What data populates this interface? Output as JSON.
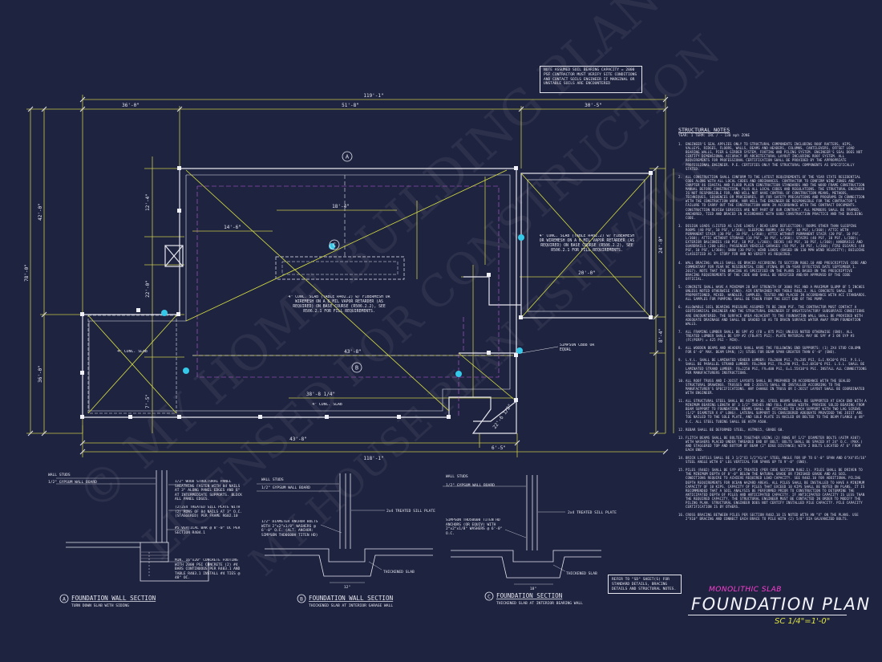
{
  "note_box": "NOTE ASSUMED SOIL BEARING CAPACITY = 2000 PSF CONTRACTOR MUST VERIFY SITE CONDITIONS AND CONTACT SOILS ENGINEER IF MARGINAL OR UNSTABLE SOILS ARE ENCOUNTERED",
  "dimensions": {
    "overall_top": "119'-1\"",
    "top_left_seg": "36'-0\"",
    "top_mid_seg": "51'-8\"",
    "top_right_seg": "30'-5\"",
    "left_overall": "78'-0\"",
    "left_upper": "42'-0\"",
    "left_lower": "36'-0\"",
    "bottom_overall": "118'-1\"",
    "bottom_seg_a": "43'-8\"",
    "bottom_seg_b": "6'-5\"",
    "slab_dim": "18'-4\"",
    "slab_dim2": "14'-6\"",
    "garage_dim": "20'-0\"",
    "interior_dim": "43'-8\"",
    "right_dim": "24'-0\"",
    "small_dim": "8'-4\"",
    "lower_dim": "38'-8 1/4\"",
    "angle_dim": "22'-6 1/2\"",
    "side_dim_a": "12'-4\"",
    "side_dim_b": "22'-0\"",
    "side_dim_c": "7'-5\""
  },
  "slab_notes": {
    "main": "4\" CONC. SLAB (TABLE R402.2) w/ FIBERMESH OR WIREMESH ON A 6 MIL VAPOR RETARDER (AS REQUIRED) ON BASE COURSE (R506.2.2), SEE R506.2.1 FOR FILL REQUIREMENTS.",
    "garage": "4\" CONC. SLAB (TABLE R402.2) w/ FIBERMESH OR WIREMESH ON A 6 MIL VAPOR RETARDER (AS REQUIRED) ON BASE COURSE (R506.2.2), SEE R506.2.1 FOR FILL REQUIREMENTS.",
    "porch_left": "4\" CONC. SLAB",
    "porch_bottom": "4\" CONC. SLAB",
    "simpson": "SIMPSON CB88 OR EQUAL"
  },
  "section_markers": [
    "A",
    "B",
    "C"
  ],
  "details": [
    {
      "letter": "A",
      "title": "FOUNDATION WALL SECTION",
      "subtitle": "TURN DOWN SLAB WITH SIDING",
      "labels": [
        "WALL STUDS",
        "1/2\" GYPSUM WALL BOARD",
        "1/2\" WOOD STRUCTURAL PANEL SHEATHING FASTEN WITH 8d NAILS AT 3\" ALONG PANEL EDGES AND 6\" AT INTERMEDIATE SUPPORTS. BLOCK ALL PANEL EDGES.",
        "(2)2x4 TREATED SILL PLATE WITH (2) ROWS OF 8d NAILS AT 3\" O.C. (STAGGERED) PER FRAME R602.10",
        "#5 VERTICAL BAR @ 8'-0\" OC PER SECTION R404.1",
        "MIN. 16\"x20\" CONCRETE FOOTING WITH 2000 PSI CONCRETE (2) #4 BARS CONTINUOUS PER R403.1 AND TABLE R403.1 INSTALL #4 TIES @ 48\" OC."
      ]
    },
    {
      "letter": "B",
      "title": "FOUNDATION WALL SECTION",
      "subtitle": "THICKENED SLAB AT INTERIOR GARAGE WALL",
      "labels": [
        "WALL STUDS",
        "1/2\" GYPSUM WALL BOARD",
        "2x4 TREATED SILL PLATE",
        "1/2\" DIAMETER ANCHOR BOLTS WITH 2\"x2\"x1/8\" WASHERS @ 6'-0\" O.C. (ALT. ANCHOR: SIMPSON THD0600H TITEN HD)",
        "THICKENED SLAB",
        "12\""
      ]
    },
    {
      "letter": "C",
      "title": "FOUNDATION SECTION",
      "subtitle": "THICKENED SLAB AT INTERIOR BEARING WALL",
      "labels": [
        "WALL STUDS",
        "1/2\" GYPSUM WALL BOARD",
        "SIMPSON THD50600 TITEN HD ANCHORS (OR EQUIV) WITH 2\"x2\"x1/8\" WASHERS @ 6'-0\" O.C.",
        "2x4 TREATED SILL PLATE",
        "THICKENED SLAB",
        "18\""
      ]
    }
  ],
  "ref_box": "REFER TO \"SD\" SHEET(S) FOR STANDARD DETAILS, BRACING DETAILS AND STRUCTURAL NOTES.",
  "title_block": {
    "subtitle": "MONOLITHIC SLAB",
    "title": "FOUNDATION PLAN",
    "scale": "SC 1/4\"=1'-0\""
  },
  "structural_notes": {
    "heading": "STRUCTURAL NOTES",
    "sub": "YEAR: 1 TERM: IRC / - 130 mph ZONE",
    "items": [
      {
        "n": "1.",
        "t": "ENGINEER'S SEAL APPLIES ONLY TO STRUCTURAL COMPONENTS INCLUDING ROOF RAFTERS, HIPS, VALLEYS, RIDGES, FLOORS, WALLS, BEAMS AND HEADERS, COLUMNS, CANTILEVERS, OFFSET LOAD BEARING WALLS, PIER & GIRDER SYSTEM, FOOTING AND PILING SYSTEM. ENGINEER'S SEAL DOES NOT CERTIFY DIMENSIONAL ACCURACY OR ARCHITECTURAL LAYOUT INCLUDING ROOF SYSTEM. ALL REQUIREMENTS FOR PROFESSIONAL CERTIFICATION SHALL BE PROVIDED BY THE APPROPRIATE PROFESSIONAL ENGINEER. P.E. CERTIFIES ONLY THE STRUCTURAL COMPONENTS AS SPECIFICALLY STATED."
      },
      {
        "n": "2.",
        "t": "ALL CONSTRUCTION SHALL CONFORM TO THE LATEST REQUIREMENTS OF THE YEAR STATE RESIDENTIAL CODE ALONG WITH ALL LOCAL CODES AND ORDINANCES. CONTRACTOR TO CONFIRM WIND ZONES AND CHAPTER 46 COASTAL AND FLOOD PLAIN CONSTRUCTION STANDARDS AND THE WOOD FRAME CONSTRUCTION MANUAL BEFORE CONSTRUCTION, PLUS ALL LOCAL CODES AND REGULATIONS. THE STRUCTURAL ENGINEER IS NOT RESPONSIBLE FOR, AND WILL NOT HAVE CONTROL OF CONSTRUCTION MEANS, METHODS, TECHNIQUES, SEQUENCES OR PROCEDURES, OR FOR SAFETY PRECAUTIONS AND PROGRAMS IN CONNECTION WITH THE CONSTRUCTION WORK, NOR WILL THE ENGINEER BE RESPONSIBLE FOR THE CONTRACTOR'S FAILURE TO CARRY OUT THE CONSTRUCTION WORK IN ACCORDANCE WITH THE CONTRACT DOCUMENTS. CONSTRUCTION REVIEW SERVICES ARE NOT PART OF OUR CONTRACT. ALL MEMBERS SHALL BE FRAMED, ANCHORED, TIED AND BRACED IN ACCORDANCE WITH GOOD CONSTRUCTION PRACTICE AND THE BUILDING CODE."
      },
      {
        "n": "3.",
        "t": "DESIGN LOADS (LISTED AS LIVE LOADS / DEAD LOAD DEFLECTION): ROOMS OTHER THAN SLEEPING ROOMS (40 PSF, 10 PSF, L/360); SLEEPING ROOMS (30 PSF, 10 PSF, L/360); ATTIC WITH PERMANENT STAIR (30 PSF, 10 PSF, L/360); ATTIC WITHOUT PERMANENT STAIR (20 PSF, 10 PSF, L/360); ATTIC WITHOUT STORAGE (10 PSF, 10 PSF, L/360); STAIRS (40 PSF, 10 PSF, L/360); EXTERIOR BALCONIES (60 PSF, 10 PSF, L/360); DECKS (40 PSF, 10 PSF, L/360); HANDRAILS AND GUARDRAILS (200 LBS); PASSENGER VEHICLE GARAGES (50 PSF, 10 PSF, L/360); FIRE ESCAPES (40 PSF, 10 PSF, L/360); SNOW (30 PSF); WIND LOADS (BASED ON 130 MPH WIND VELOCITY); BUILDING CLASSIFIED AS 3- STORY FOR AND NO VERIFY AS REQUIRED."
      },
      {
        "n": "4.",
        "t": "WALL BRACING: WALLS SHALL BE BRACED ACCORDING TO SECTION R602.10 AND PRESCRIPTIVE CODE AND COMMENTARY FOR YEAR NC RESIDENTIAL CODE (FINAL OR IN-YEAR EFFECTIVE DATE SEPTEMBER 1. 2017). NOTE THAT THE BRACING AS SPECIFIED ON THE PLANS IS BASED ON THE PRESCRIPTIVE BRACING REQUIREMENTS OF THE CODE AND SHALL BE VERIFIED AND/OR APPROVED BY THE CODE OFFICIAL."
      },
      {
        "n": "5.",
        "t": "CONCRETE SHALL HAVE A MINIMUM 28 DAY STRENGTH OF 3000 PSI AND A MAXIMUM SLUMP OF 5 INCHES UNLESS NOTED OTHERWISE (SNO). AIR ENTRAINED PER TABLE R402.2. ALL CONCRETE SHALL BE PROPORTIONED, MIXED, HANDLED, SAMPLED, TESTED AND PLACED IN ACCORDANCE WITH ACI STANDARDS. ALL SAMPLES FOR PUMPING SHALL BE TAKEN FROM THE EXIT END OF THE PUMP."
      },
      {
        "n": "6.",
        "t": "ALLOWABLE SOIL BEARING PRESSURE ASSUMED TO BE 2000 PSF. THE CONTRACTOR MUST CONTACT A GEOTECHNICAL ENGINEER AND THE STRUCTURAL ENGINEER IF UNSATISFACTORY SUBSURFACE CONDITIONS ARE ENCOUNTERED. THE SURFACE AREA ADJACENT TO THE FOUNDATION WALL SHALL BE PROVIDED WITH ADEQUATE DRAINAGE AND SHALL BE GRADED SO AS TO DRAIN SURFACE WATER AWAY FROM FOUNDATION WALLS."
      },
      {
        "n": "7.",
        "t": "ALL FRAMING LUMBER SHALL BE SPF #2 (Fb = 875 PSI) UNLESS NOTED OTHERWISE (SNO). ALL TREATED LUMBER SHALL BE SYP #2 (Fb=975 PSI). PLATE MATERIAL MAY BE SPF # 3 OR SYP #3 (Fc(perp) = 425 PSI - MIN)."
      },
      {
        "n": "8.",
        "t": "ALL WOODEN BEAMS AND HEADERS SHALL HAVE THE FOLLOWING END SUPPORTS: (1) 2x4 STUD COLUMN FOR 6'-0\" MAX. BEAM SPAN; (2) STUDS FOR BEAM SPAN GREATER THAN 6'-0\" (SNO)."
      },
      {
        "n": "9.",
        "t": "L.V.L. SHALL BE LAMINATED VENEER LUMBER: Fb=2600 PSI, Fv=285 PSI, E=1.9x10^6 PSI. P.S.L. SHALL BE PARALLEL STRAND LUMBER: Fb=2900 PSI, Fv=290 PSI, E=2.0x10^6 PSI. L.S.L. SHALL BE LAMINATED STRAND LUMBER: Fb=2250 PSI, Fv=400 PSI, E=1.55x10^6 PSI. INSTALL ALL CONNECTIONS PER MANUFACTURERS INSTRUCTIONS."
      },
      {
        "n": "10.",
        "t": "ALL ROOF TRUSS AND I-JOIST LAYOUTS SHALL BE PREPARED IN ACCORDANCE WITH THE SEALED STRUCTURAL DRAWINGS. TRUSSES AND I-JOISTS SHALL BE INSTALLED ACCORDING TO THE MANUFACTURER'S SPECIFICATIONS. ANY CHANGE IN TRUSS OR I-JOIST LAYOUT SHALL BE COORDINATED WITH ENGINEER."
      },
      {
        "n": "11.",
        "t": "ALL STRUCTURAL STEEL SHALL BE ASTM A-36. STEEL BEAMS SHALL BE SUPPORTED AT EACH END WITH A MINIMUM BEARING LENGTH OF 3 1/2\" INCHES AND FULL FLANGE WIDTH. PROVIDE SOLID BEARING FROM BEAM SUPPORT TO FOUNDATION. BEAMS SHALL BE ATTACHED TO EACH SUPPORT WITH TWO LAG SCREWS (1/2\" DIAMETER x 4\" LONG). LATERAL SUPPORT IS CONSIDERED ADEQUATE PROVIDED THE JOIST ARE TOE NAILED TO THE SOLE PLATE, AND SOLE PLATE IS NAILED OR BOLTED TO THE BEAM FLANGE @ 48\" O.C. ALL STEEL TUBING SHALL BE ASTM A500."
      },
      {
        "n": "12.",
        "t": "REBAR SHALL BE DEFORMED STEEL, ASTM615, GRADE 60."
      },
      {
        "n": "13.",
        "t": "FLITCH BEAMS SHALL BE BOLTED TOGETHER USING (2) ROWS OF 1/2\" DIAMETER BOLTS (ASTM A307) WITH WASHERS PLACED UNDER THREADED END OF BOLT. BOLTS SHALL BE SPACED AT 24\" O.C. (MAX.) AND STAGGERED TOP AND BOTTOM OF BEAM (2\" EDGE DISTANCE) WITH 2 BOLTS LOCATED AT 6\" FROM EACH END."
      },
      {
        "n": "14.",
        "t": "BRICK LINTELS SHALL BE 3 1/2\"x3 1/2\"x1/4\" STEEL ANGLE FOR UP TO 6'-0\" SPAN AND 6\"x4\"x5/16\" STEEL ANGLE WITH 6\" LEG VERTICAL FOR SPANS UP TO 9'-0\" (SNO)."
      },
      {
        "n": "15.",
        "t": "PILES (R402) SHALL BE SYP #2 TREATED (PER CODE SECTION R402.1). PILES SHALL BE DRIVEN TO THE MINIMUM DEPTH OF 8'-0\" BELOW THE NATURAL GRADE OR FINISHED GRADE AND AS SOIL CONDITIONS REQUIRE TO ACHIEVE REQUIRED LOAD CAPACITY. SEE R402.10 FOR ADDITIONAL PILING DEPTH REQUIREMENTS FOR OCEAN HAZARD AREAS. ALL PILES SHALL BE INSTALLED TO HAVE A MINIMUM CAPACITY OF 10 KIPS. CAPACITY OF PILES THAT EXCEED 10 KIPS SHALL BE NOTED ON PLANS. IT IS RECOMMENDED THAT A SOIL ANALYSIS BE PERFORMED PRIOR TO CONSTRUCTION TO DETERMINE THE ANTICIPATED DEPTH OF PILES AND ANTICIPATED CAPACITY. IF ANTICIPATED CAPACITY IS LESS THAN THE REQUIRED CAPACITY, THE STRUCTURAL ENGINEER MUST BE CONTACTED IN ORDER TO MODIFY THE PILING PLAN. STRUCTURAL ENGINEER DOES NOT CERTIFY INSTALLED PILE CAPACITY. PILE CAPACITY CERTIFICATION IS BY OTHERS."
      },
      {
        "n": "16.",
        "t": "CROSS BRACING BETWEEN PILES PER SECTION R402.10 IS NOTED WITH AN \"X\" ON THE PLANS. USE 2\"x10\" BRACING AND CONNECT EACH BRACE TO PILE WITH (2) 5/8\" DIA GALVANIZED BOLTS."
      }
    ]
  },
  "watermark": [
    "© MY HOME BUILDING PLANS.COM",
    "LICENSED FOR CONSTRUCTION",
    "MY HOUSE PLAN ESTIMATOR"
  ],
  "colors": {
    "background": "#1e2340",
    "line": "#e6e6ee",
    "dim_line": "#c9c94a",
    "hatch_x": "#d8e040",
    "hidden": "#c060e0",
    "accent_cyan": "#36c8e8",
    "title_magenta": "#ff3fd2",
    "scale_yellow": "#e0e640"
  }
}
